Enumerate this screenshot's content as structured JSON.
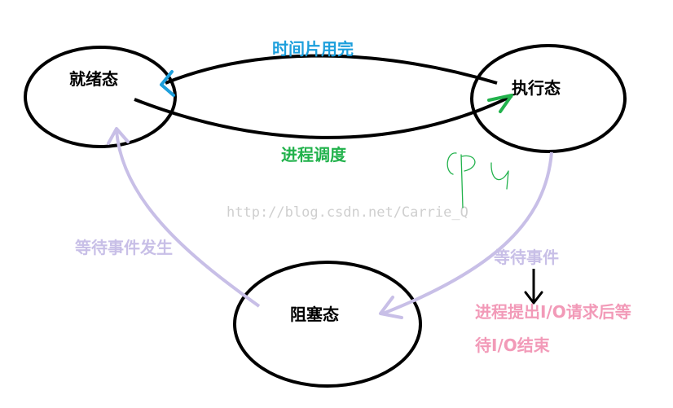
{
  "states": {
    "ready": "就绪态",
    "running": "执行态",
    "blocked": "阻塞态"
  },
  "transitions": {
    "timeout": "时间片用完",
    "dispatch": "进程调度",
    "wait_event": "等待事件",
    "event_occurs": "等待事件发生"
  },
  "note": {
    "line1": "进程提出I/O请求后等",
    "line2": "待I/O结束"
  },
  "handwriting": "cpu",
  "watermark": "http://blog.csdn.net/Carrie_Q",
  "colors": {
    "outline": "#000000",
    "timeout": "#1d9fdc",
    "dispatch": "#22b24c",
    "wait_arrow": "#c8bfe7",
    "wait_text": "#c8bfe7",
    "note": "#f29ab8",
    "watermark": "#cfcfcf"
  }
}
